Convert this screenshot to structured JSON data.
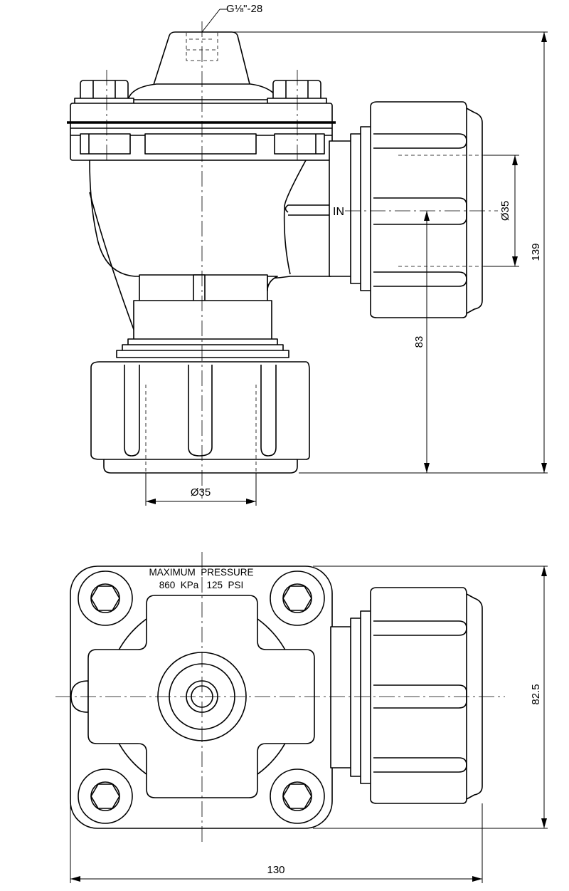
{
  "side_view": {
    "thread_callout": "G⅛\"-28",
    "inlet_label": "IN",
    "dim_inlet_diameter": "Ø35",
    "dim_outlet_diameter": "Ø35",
    "dim_total_height": "139",
    "dim_outlet_height": "83"
  },
  "top_view": {
    "pressure_line1": "MAXIMUM  PRESSURE",
    "pressure_line2": "860  KPa   125  PSI",
    "dim_depth": "82.5",
    "dim_width": "130"
  }
}
